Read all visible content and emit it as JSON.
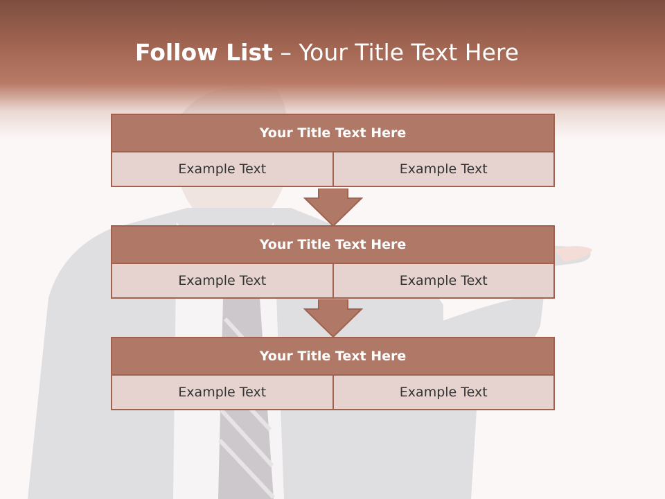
{
  "slide": {
    "title_bold": "Follow List",
    "title_rest": " – Your Title Text Here"
  },
  "blocks": [
    {
      "title": "Your Title Text Here",
      "left": "Example Text",
      "right": "Example Text"
    },
    {
      "title": "Your Title Text Here",
      "left": "Example Text",
      "right": "Example Text"
    },
    {
      "title": "Your Title Text Here",
      "left": "Example Text",
      "right": "Example Text"
    }
  ],
  "colors": {
    "header": "#9e6350",
    "block_title": "#b07867",
    "block_cell": "#e6d3cf",
    "border": "#a0624f"
  },
  "icons": [
    "down-arrow-icon",
    "down-arrow-icon"
  ]
}
